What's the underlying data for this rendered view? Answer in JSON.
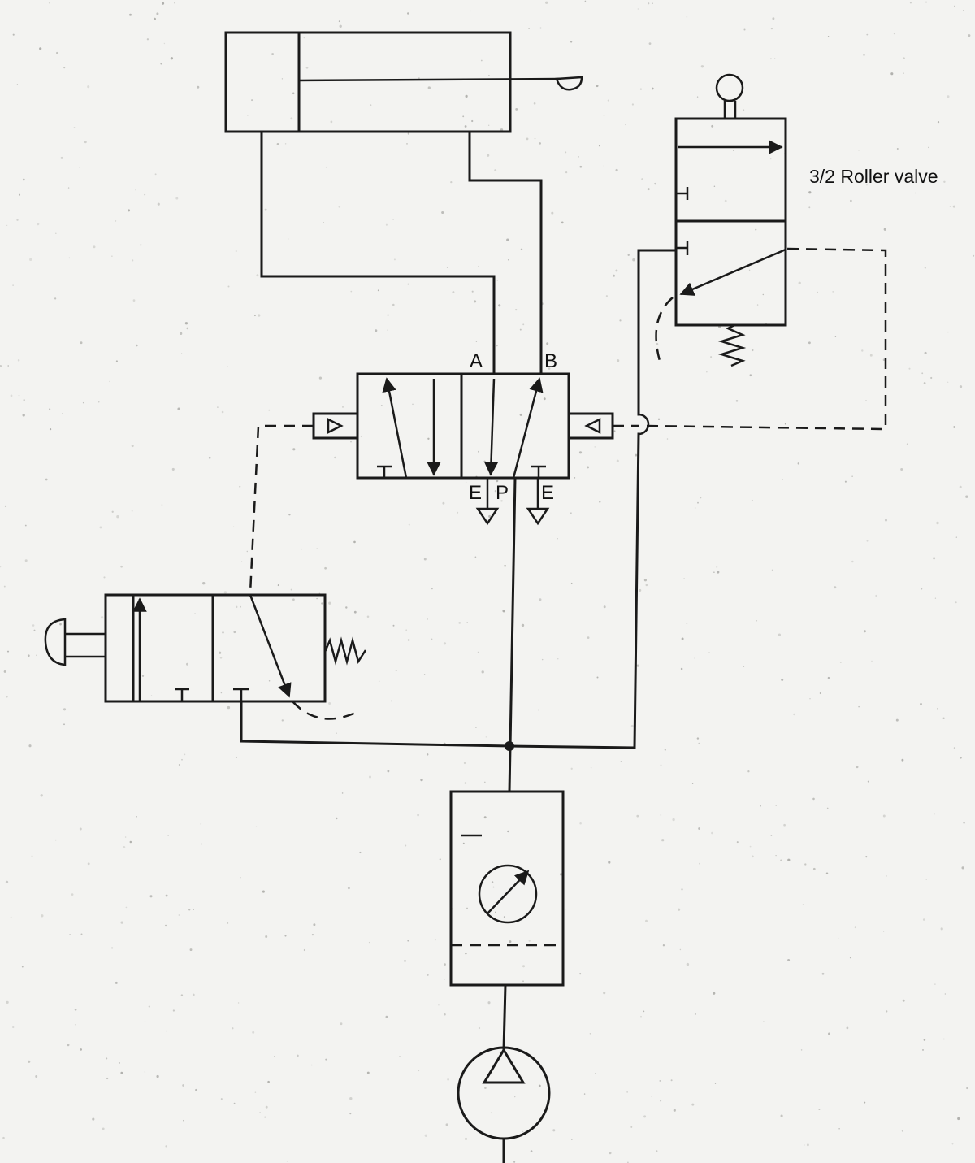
{
  "ports": {
    "a": "A",
    "b": "B",
    "e_left": "E",
    "p": "P",
    "e_right": "E"
  },
  "labels": {
    "roller_valve": "3/2 Roller valve"
  },
  "colors": {
    "line": "#1a1a1a",
    "paper": "#f3f3f1"
  }
}
